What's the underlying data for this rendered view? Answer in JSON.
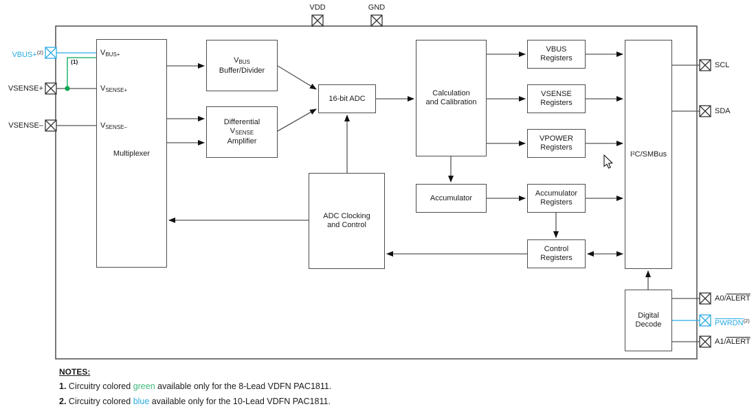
{
  "colors": {
    "accent_blue": "#29abe2",
    "accent_green": "#00a651",
    "note_green": "#3cb878",
    "line": "#4b4b4b"
  },
  "top_pins": {
    "vdd": "VDD",
    "gnd": "GND"
  },
  "left_pins": {
    "vbus": {
      "label": "VBUS+",
      "sup": "(2)"
    },
    "vsense_p": {
      "label": "VSENSE+"
    },
    "vsense_n": {
      "label": "VSENSE–"
    }
  },
  "right_pins": {
    "scl": {
      "label": "SCL"
    },
    "sda": {
      "label": "SDA"
    },
    "a0": {
      "prefix": "A0/",
      "overline": "ALERT"
    },
    "pwrdn": {
      "overline": "PWRDN",
      "sup": "(2)"
    },
    "a1": {
      "prefix": "A1/",
      "overline": "ALERT"
    }
  },
  "blocks": {
    "multiplexer": {
      "in1_main": "V",
      "in1_sub": "BUS+",
      "in2_main": "V",
      "in2_sub": "SENSE+",
      "in3_main": "V",
      "in3_sub": "SENSE–",
      "caption": "Multiplexer"
    },
    "vbus_buffer": {
      "l1_main": "V",
      "l1_sub": "BUS",
      "l2": "Buffer/Divider"
    },
    "diff_amp": {
      "l1": "Differential",
      "l2_main": "V",
      "l2_sub": "SENSE",
      "l3": "Amplifier"
    },
    "adc": {
      "label": "16-bit ADC"
    },
    "calc": {
      "l1": "Calculation",
      "l2": "and Calibration"
    },
    "adc_clocking": {
      "l1": "ADC Clocking",
      "l2": "and Control"
    },
    "accumulator": {
      "label": "Accumulator"
    },
    "vbus_registers": {
      "l1": "VBUS",
      "l2": "Registers"
    },
    "vsense_registers": {
      "l1": "VSENSE",
      "l2": "Registers"
    },
    "vpower_registers": {
      "l1": "VPOWER",
      "l2": "Registers"
    },
    "accumulator_registers": {
      "l1": "Accumulator",
      "l2": "Registers"
    },
    "control_registers": {
      "l1": "Control",
      "l2": "Registers"
    },
    "i2c_smbus": {
      "label": "I²C/SMBus"
    },
    "digital_decode": {
      "l1": "Digital",
      "l2": "Decode"
    }
  },
  "annotations": {
    "green_ref": "(1)"
  },
  "notes": {
    "title": "NOTES:",
    "note1": {
      "num": "1.",
      "pre": " Circuitry colored ",
      "colored": "green",
      "post": " available only for the 8-Lead VDFN PAC1811."
    },
    "note2": {
      "num": "2.",
      "pre": " Circuitry colored ",
      "colored": "blue",
      "post": " available only for the 10-Lead VDFN PAC1811."
    }
  }
}
